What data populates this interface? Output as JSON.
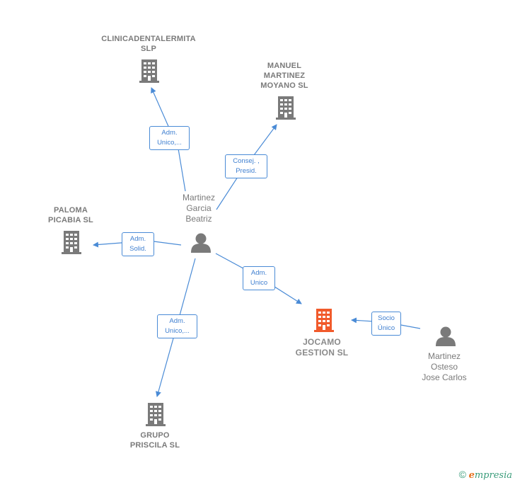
{
  "companies": {
    "clinica": {
      "label": "CLINICADENTALERMITA\nSLP",
      "icon": "building-icon",
      "color": "#7a7a7a"
    },
    "manuel": {
      "label": "MANUEL\nMARTINEZ\nMOYANO  SL",
      "icon": "building-icon",
      "color": "#7a7a7a"
    },
    "paloma": {
      "label": "PALOMA\nPICABIA SL",
      "icon": "building-icon",
      "color": "#7a7a7a"
    },
    "jocamo": {
      "label": "JOCAMO\nGESTION  SL",
      "icon": "building-icon",
      "color": "#f15a2b"
    },
    "grupo": {
      "label": "GRUPO\nPRISCILA  SL",
      "icon": "building-icon",
      "color": "#7a7a7a"
    }
  },
  "persons": {
    "beatriz": {
      "label": "Martinez\nGarcia\nBeatriz",
      "icon": "person-icon"
    },
    "josecarlos": {
      "label": "Martinez\nOsteso\nJose Carlos",
      "icon": "person-icon"
    }
  },
  "edges": {
    "e_clinica": {
      "label": "Adm.\nUnico,..."
    },
    "e_manuel": {
      "label": "Consej. ,\nPresid."
    },
    "e_paloma": {
      "label": "Adm.\nSolid."
    },
    "e_jocamo": {
      "label": "Adm.\nUnico"
    },
    "e_grupo": {
      "label": "Adm.\nUnico,..."
    },
    "e_socio": {
      "label": "Socio\nÚnico"
    }
  },
  "footer": {
    "copyright": "©",
    "brand_e": "e",
    "brand_rest": "mpresia"
  },
  "colors": {
    "edge": "#4a8bd6",
    "node": "#7a7a7a",
    "highlight": "#f15a2b"
  }
}
